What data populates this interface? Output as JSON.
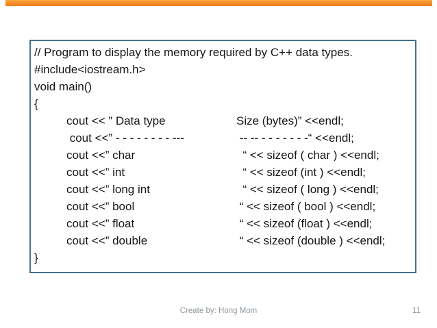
{
  "slide": {
    "accent_bar_color_top": "#f9a83f",
    "accent_bar_color_bottom": "#ee7c1f"
  },
  "code_box": {
    "border_color": "#44708c",
    "lines": [
      {
        "text": "// Program to display the memory required by C++ data types."
      },
      {
        "text": "#include<iostream.h>"
      },
      {
        "text": "void main()"
      },
      {
        "text": "{"
      },
      {
        "left": "cout << ” Data type",
        "right": "Size (bytes)” <<endl;"
      },
      {
        "left": " cout <<” - - - - - - - - ---",
        "right": " -- -- - - - - - - -“ <<endl;"
      },
      {
        "left": "cout <<” char",
        "right": "  “ << sizeof ( char ) <<endl;"
      },
      {
        "left": "cout <<” int",
        "right": "  “ << sizeof (int ) <<endl;"
      },
      {
        "left": "cout <<” long int",
        "right": "  “ << sizeof ( long ) <<endl;"
      },
      {
        "left": "cout <<” bool",
        "right": " “ << sizeof ( bool ) <<endl;"
      },
      {
        "left": "cout <<” float",
        "right": " “ << sizeof (float ) <<endl;"
      },
      {
        "left": "cout <<” double",
        "right": " “ << sizeof (double ) <<endl;"
      },
      {
        "text": "}"
      }
    ]
  },
  "footer": {
    "credit": "Create by: Hong Mom",
    "page_number": "11"
  }
}
